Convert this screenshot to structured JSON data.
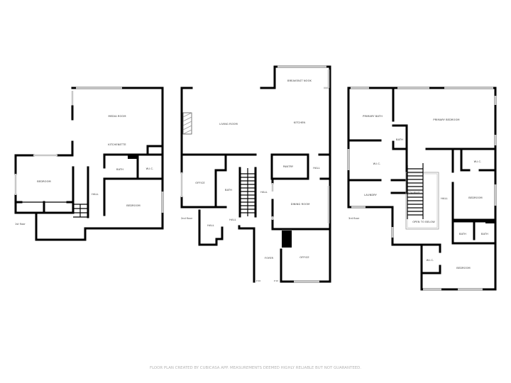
{
  "floors": [
    {
      "label": "1st floor",
      "rooms": [
        "MEDIA ROOM",
        "KITCHENETTE",
        "BATH",
        "W.I.C.",
        "BEDROOM",
        "HALL",
        "BEDROOM"
      ]
    },
    {
      "label": "2nd floor",
      "rooms": [
        "BREAKFAST NOOK",
        "LIVING ROOM",
        "KITCHEN",
        "OFFICE",
        "BATH",
        "HALL",
        "PANTRY",
        "HALL",
        "DINING ROOM",
        "HALL",
        "HALL",
        "FOYER",
        "OFFICE"
      ],
      "dims": [
        "0'10",
        "0'10"
      ]
    },
    {
      "label": "3rd floor",
      "rooms": [
        "PRIMARY BATH",
        "PRIMARY BEDROOM",
        "BATH",
        "W.I.C.",
        "W.I.C.",
        "STAIRWELL",
        "HALL",
        "BEDROOM",
        "LAUNDRY",
        "OPEN TO BELOW",
        "BATH",
        "BATH",
        "W.I.C.",
        "BEDROOM"
      ]
    }
  ],
  "footer": "FLOOR PLAN CREATED BY CUBICASA APP. MEASUREMENTS DEEMED HIGHLY RELIABLE BUT NOT GUARANTEED."
}
